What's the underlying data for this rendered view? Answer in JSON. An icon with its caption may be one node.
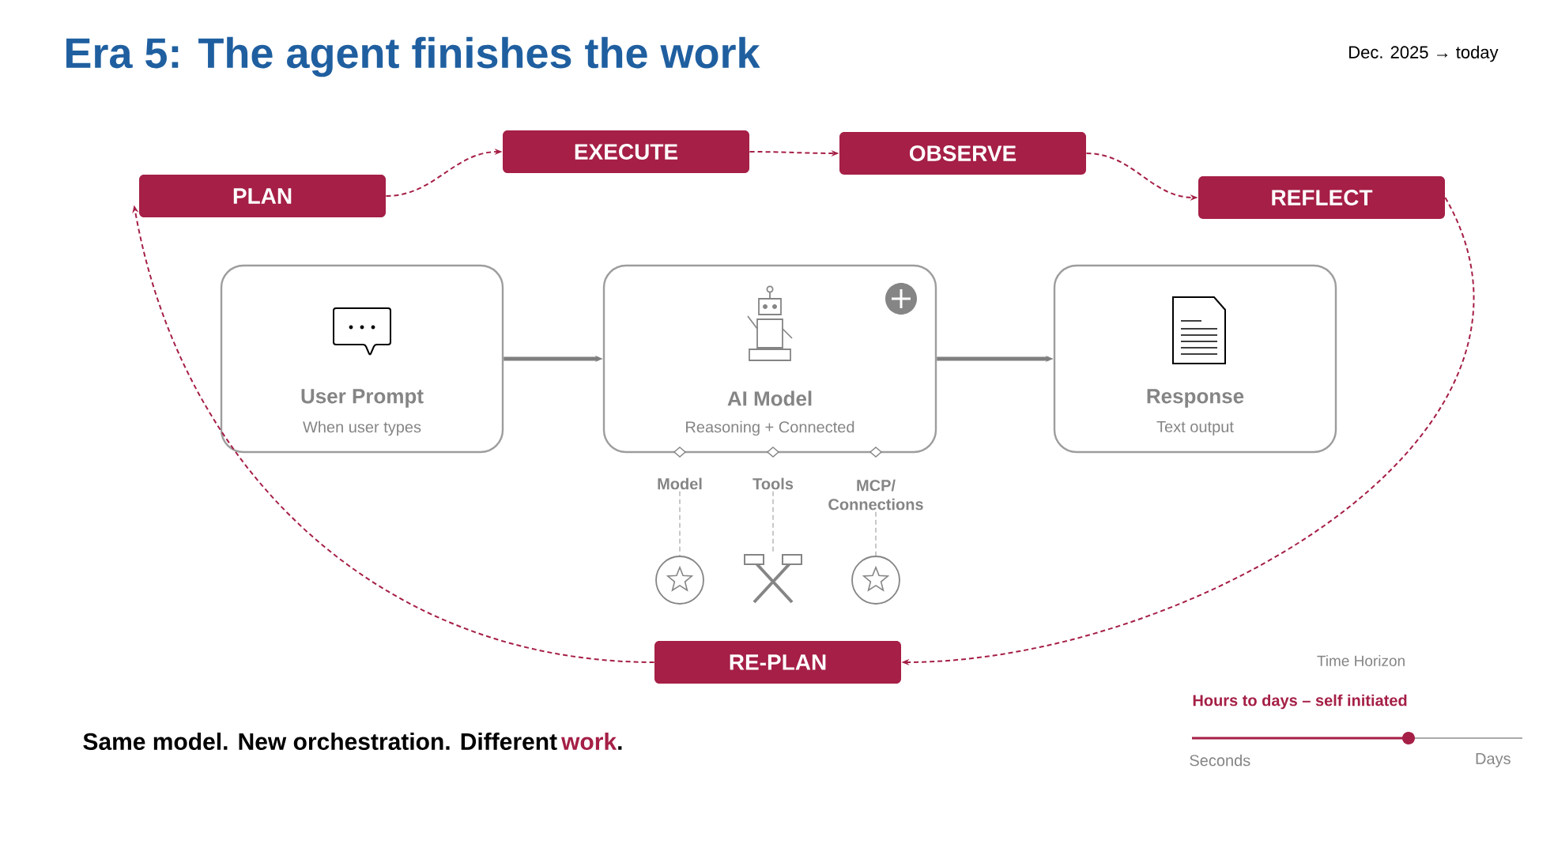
{
  "diagram": {
    "title": "Era 5: The agent finishes the work",
    "nodes": [
      {
        "text": [
          "PLAN"
        ]
      },
      {
        "text": [
          "EXECUTE"
        ]
      },
      {
        "text": [
          "OBSERVE"
        ]
      },
      {
        "text": [
          "REFLECT"
        ]
      },
      {
        "text": [
          "User Prompt",
          "When user types"
        ]
      },
      {
        "text": [
          "AI Model",
          "Reasoning + Connected"
        ]
      },
      {
        "text": [
          "Response",
          "Text output"
        ]
      },
      {
        "text": [
          "RE-PLAN"
        ]
      },
      {
        "text": [
          "Model"
        ]
      },
      {
        "text": [
          "Tools"
        ]
      },
      {
        "text": [
          "MCP/ Connections"
        ]
      },
      {
        "text": [],
        "shape": "circle"
      },
      {
        "text": [],
        "shape": "hammer"
      },
      {
        "text": [],
        "shape": "circle"
      }
    ],
    "edges": [
      {
        "from": 0,
        "to": 1,
        "arrow": "to",
        "style": "dashed"
      },
      {
        "from": 1,
        "to": 2,
        "arrow": "to",
        "style": "dashed"
      },
      {
        "from": 2,
        "to": 3,
        "arrow": "to",
        "style": "dashed"
      },
      {
        "from": 3,
        "to": 7,
        "arrow": "to",
        "style": "dashed"
      },
      {
        "from": 7,
        "to": 0,
        "arrow": "to",
        "style": "dashed"
      },
      {
        "from": 4,
        "to": 5,
        "arrow": "to",
        "style": "thick",
        "color": "#7f7f7f"
      },
      {
        "from": 5,
        "to": 6,
        "arrow": "to",
        "style": "thick",
        "color": "#7f7f7f"
      },
      {
        "from": 8,
        "to": 11,
        "arrow": "none",
        "style": "dashed",
        "color": "#c8c8c8"
      },
      {
        "from": 9,
        "to": 12,
        "arrow": "none",
        "style": "dashed",
        "color": "#c8c8c8"
      },
      {
        "from": 10,
        "to": 13,
        "arrow": "none",
        "style": "dashed",
        "color": "#c8c8c8"
      }
    ],
    "labels": [
      "Dec. 2025 → today",
      "Same model. New orchestration. Different",
      "work",
      ".",
      "Time Horizon",
      "Hours to days – self initiated",
      "Seconds",
      "Days"
    ]
  }
}
